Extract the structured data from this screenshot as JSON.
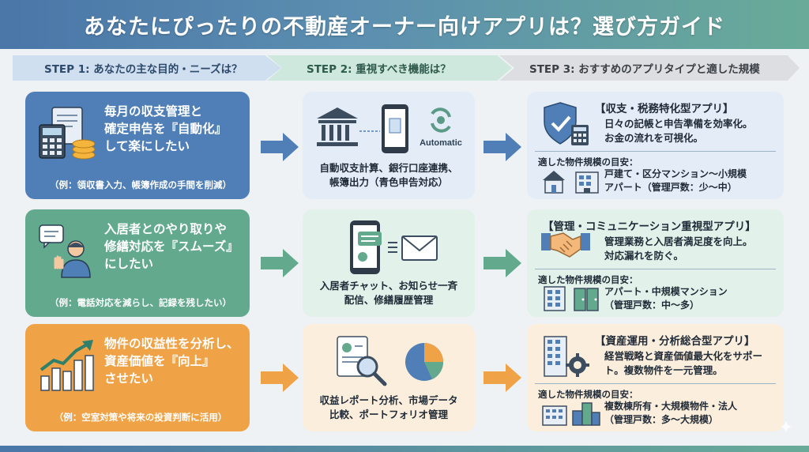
{
  "title": "あなたにぴったりの不動産オーナー向けアプリは？選び方ガイド",
  "steps": {
    "step1": "STEP 1: あなたの主な目的・ニーズは？",
    "step2": "STEP 2: 重視すべき機能は？",
    "step3": "STEP 3: おすすめのアプリタイプと適した規模"
  },
  "rows": [
    {
      "goal": {
        "line1": "毎月の収支管理と",
        "line2": "確定申告を『自動化』",
        "line3": "して楽にしたい",
        "example": "（例：領収書入力、帳簿作成の手間を削減）"
      },
      "feature": {
        "icon_label": "Automatic",
        "line1": "自動収支計算、銀行口座連携、",
        "line2": "帳簿出力（青色申告対応）"
      },
      "app": {
        "title": "【収支・税務特化型アプリ】",
        "desc1": "日々の記帳と申告準備を効率化。",
        "desc2": "お金の流れを可視化。",
        "scale_label": "適した物件規模の目安：",
        "scale1": "戸建て・区分マンション〜小規模",
        "scale2": "アパート（管理戸数：少〜中）"
      }
    },
    {
      "goal": {
        "line1": "入居者とのやり取りや",
        "line2": "修繕対応を『スムーズ』",
        "line3": "にしたい",
        "example": "（例：電話対応を減らし、記録を残したい）"
      },
      "feature": {
        "line1": "入居者チャット、お知らせ一斉",
        "line2": "配信、修繕履歴管理"
      },
      "app": {
        "title": "【管理・コミュニケーション重視型アプリ】",
        "desc1": "管理業務と入居者満足度を向上。",
        "desc2": "対応漏れを防ぐ。",
        "scale_label": "適した物件規模の目安：",
        "scale1": "アパート・中規模マンション",
        "scale2": "（管理戸数：中〜多）"
      }
    },
    {
      "goal": {
        "line1": "物件の収益性を分析し、",
        "line2": "資産価値を『向上』",
        "line3": "させたい",
        "example": "（例：空室対策や将来の投資判断に活用）"
      },
      "feature": {
        "line1": "収益レポート分析、市場データ",
        "line2": "比較、ポートフォリオ管理"
      },
      "app": {
        "title": "【資産運用・分析総合型アプリ】",
        "desc1": "経営戦略と資産価値最大化をサポー",
        "desc2": "ト。複数物件を一元管理。",
        "scale_label": "適した物件規模の目安：",
        "scale1": "複数棟所有・大規模物件・法人",
        "scale2": "（管理戸数：多〜大規模）"
      }
    }
  ],
  "colors": {
    "blue": "#4f7fb6",
    "green": "#62a98e",
    "orange": "#f0a246"
  }
}
